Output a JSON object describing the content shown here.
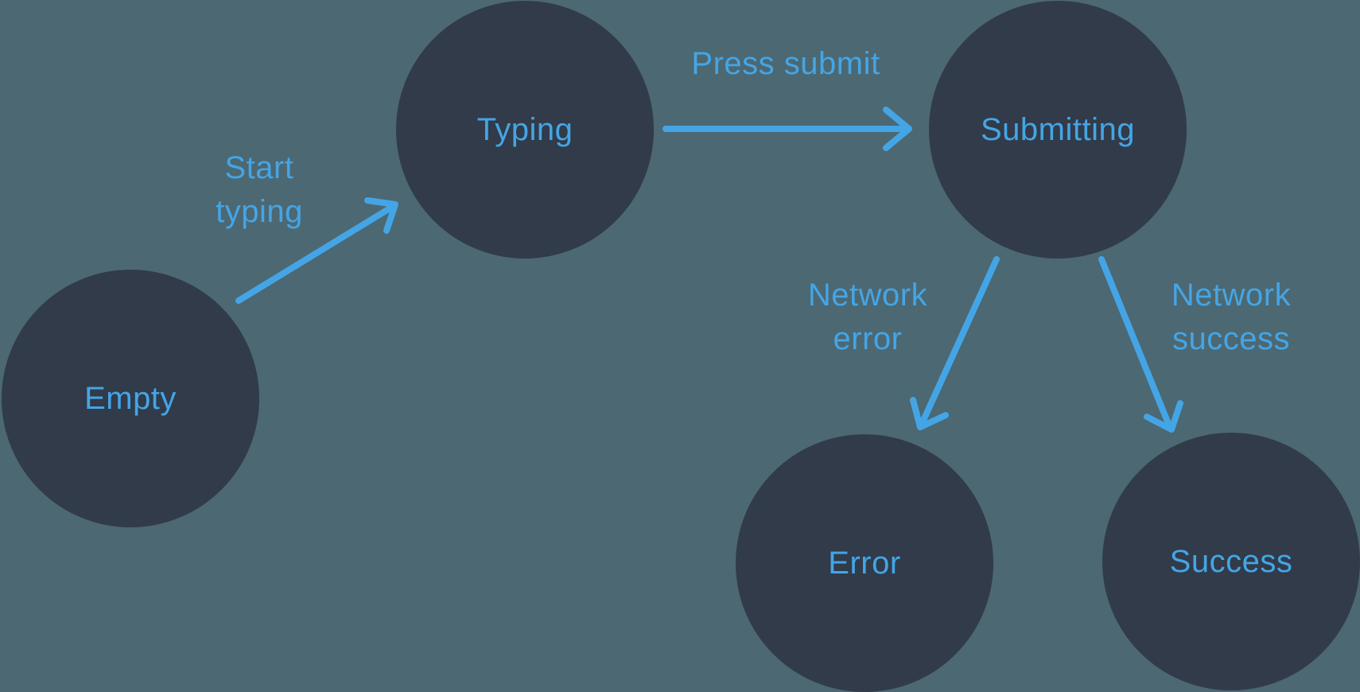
{
  "diagram_type": "state-machine",
  "colors": {
    "background": "#4c6872",
    "node_fill": "#313b49",
    "accent_blue": "#44a5e6"
  },
  "states": [
    {
      "id": "empty",
      "label": "Empty"
    },
    {
      "id": "typing",
      "label": "Typing"
    },
    {
      "id": "submitting",
      "label": "Submitting"
    },
    {
      "id": "error",
      "label": "Error"
    },
    {
      "id": "success",
      "label": "Success"
    }
  ],
  "transitions": [
    {
      "id": "start-typing",
      "from": "empty",
      "to": "typing",
      "label": "Start typing",
      "lines": [
        "Start",
        "typing"
      ]
    },
    {
      "id": "press-submit",
      "from": "typing",
      "to": "submitting",
      "label": "Press submit",
      "lines": [
        "Press submit"
      ]
    },
    {
      "id": "network-error",
      "from": "submitting",
      "to": "error",
      "label": "Network error",
      "lines": [
        "Network",
        "error"
      ]
    },
    {
      "id": "network-success",
      "from": "submitting",
      "to": "success",
      "label": "Network success",
      "lines": [
        "Network",
        "success"
      ]
    }
  ]
}
